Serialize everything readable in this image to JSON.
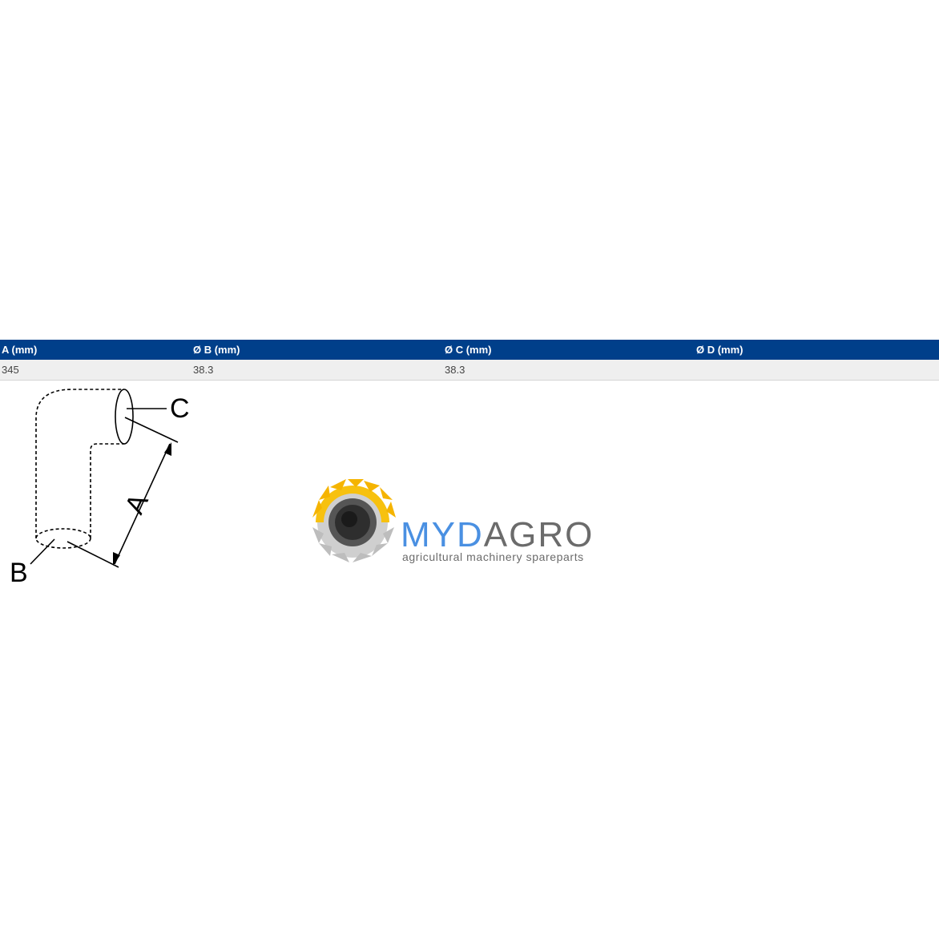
{
  "table": {
    "headers": [
      "A (mm)",
      "Ø B (mm)",
      "Ø C (mm)",
      "Ø D (mm)"
    ],
    "rows": [
      [
        "345",
        "38.3",
        "38.3",
        ""
      ]
    ]
  },
  "diagram": {
    "labels": {
      "a": "A",
      "b": "B",
      "c": "C"
    }
  },
  "logo": {
    "brand_part1": "MYD",
    "brand_part2": "AGRO",
    "tagline": "agricultural machinery spareparts",
    "colors": {
      "part1": "#4a90e2",
      "part2": "#6b6b6b",
      "tagline": "#6b6b6b"
    }
  },
  "colors": {
    "header_bg": "#003f8a",
    "row_bg": "#efefef"
  }
}
